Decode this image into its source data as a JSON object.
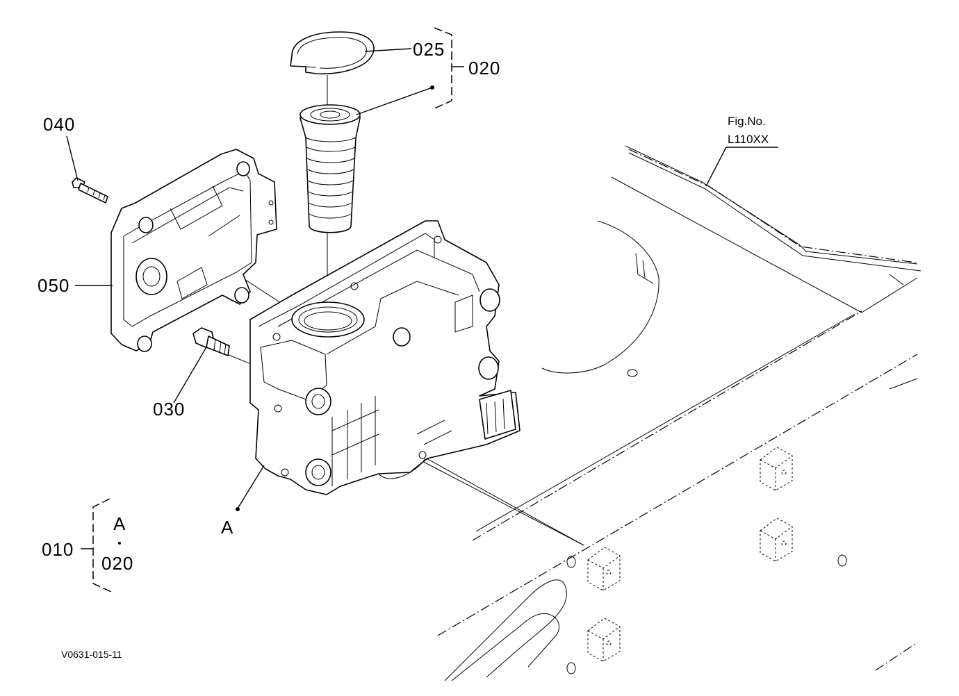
{
  "labels": {
    "part_025": "025",
    "part_020": "020",
    "part_040": "040",
    "part_050": "050",
    "part_030": "030",
    "ref_a": "A",
    "kit_010": "010",
    "kit_range_start": "A",
    "kit_range_sep": "·",
    "kit_range_end": "020"
  },
  "figure": {
    "fig_label": "Fig.No.",
    "fig_code": "L110XX"
  },
  "drawing_code": "V0631-015-11"
}
